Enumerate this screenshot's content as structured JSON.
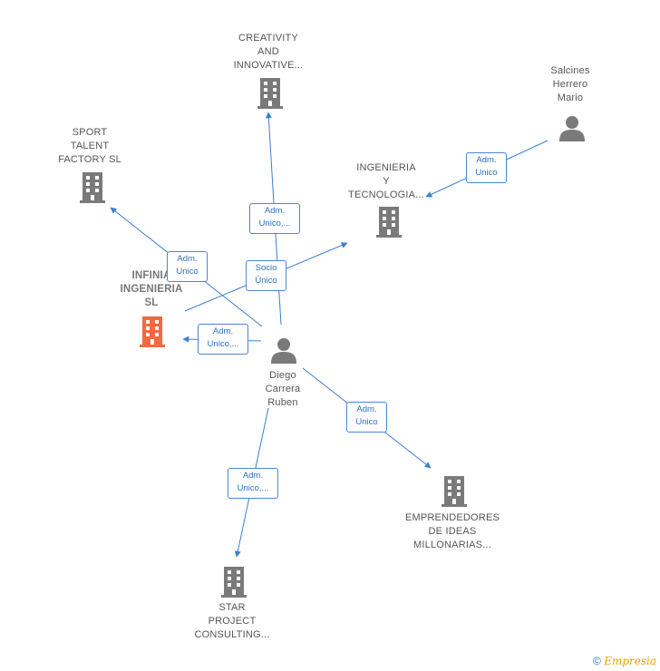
{
  "colors": {
    "edge": "#3b7fd1",
    "building": "#7a7a7a",
    "focus_building": "#f26a3d",
    "person": "#7a7a7a"
  },
  "nodes": {
    "creativity": {
      "label": "CREATIVITY\nAND\nINNOVATIVE...",
      "icon": "building-icon"
    },
    "sport": {
      "label": "SPORT\nTALENT\nFACTORY  SL",
      "icon": "building-icon"
    },
    "ingenieria": {
      "label": "INGENIERIA\nY\nTECNOLOGIA...",
      "icon": "building-icon"
    },
    "salcines": {
      "label": "Salcines\nHerrero\nMario",
      "icon": "person-icon"
    },
    "infinia": {
      "label": "INFINIA\nINGENIERIA\nSL",
      "icon": "building-icon"
    },
    "diego": {
      "label": "Diego\nCarrera\nRuben",
      "icon": "person-icon"
    },
    "emprendedores": {
      "label": "EMPRENDEDORES\nDE IDEAS\nMILLONARIAS...",
      "icon": "building-icon"
    },
    "star": {
      "label": "STAR\nPROJECT\nCONSULTING...",
      "icon": "building-icon"
    }
  },
  "relations": {
    "r_creativity": "Adm.\nUnico,...",
    "r_salcines": "Adm.\nUnico",
    "r_sport": "Adm.\nUnico",
    "r_socio": "Socio\nÚnico",
    "r_infinia": "Adm.\nUnico,...",
    "r_emprendedores": "Adm.\nUnico",
    "r_star": "Adm.\nUnico,..."
  },
  "footer": {
    "copyright": "©",
    "brand": "Empresia"
  }
}
